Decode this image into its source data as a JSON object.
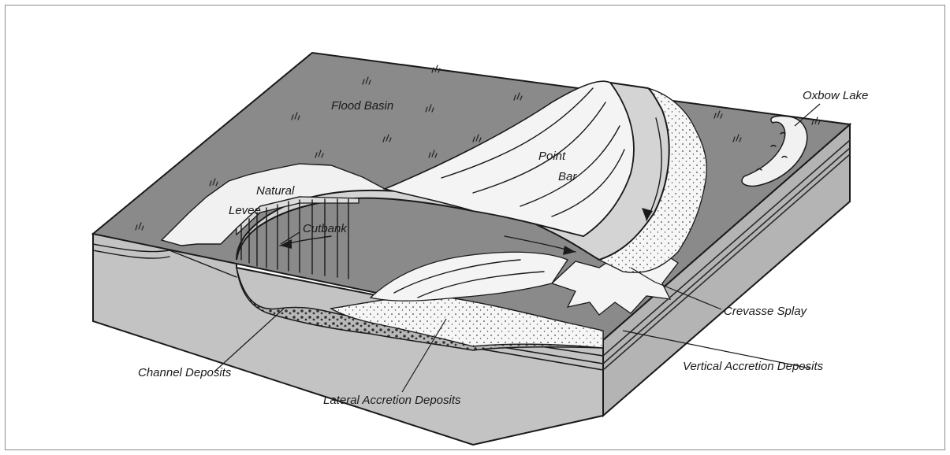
{
  "labels": {
    "flood_basin": "Flood Basin",
    "oxbow_lake": "Oxbow Lake",
    "point": "Point",
    "bar": "Bar",
    "natural": "Natural",
    "levee": "Levee",
    "cutbank": "Cutbank",
    "crevasse_splay": "Crevasse Splay",
    "vertical_accretion": "Vertical Accretion Deposits",
    "channel_deposits": "Channel Deposits",
    "lateral_accretion": "Lateral Accretion Deposits"
  },
  "colors": {
    "flood_basin": "#8a8a8a",
    "block_side": "#c3c3c3",
    "channel": "#cfcfcf",
    "point_bar": "#f4f4f4",
    "levee": "#ececec",
    "sand": "#f6f6f6"
  }
}
